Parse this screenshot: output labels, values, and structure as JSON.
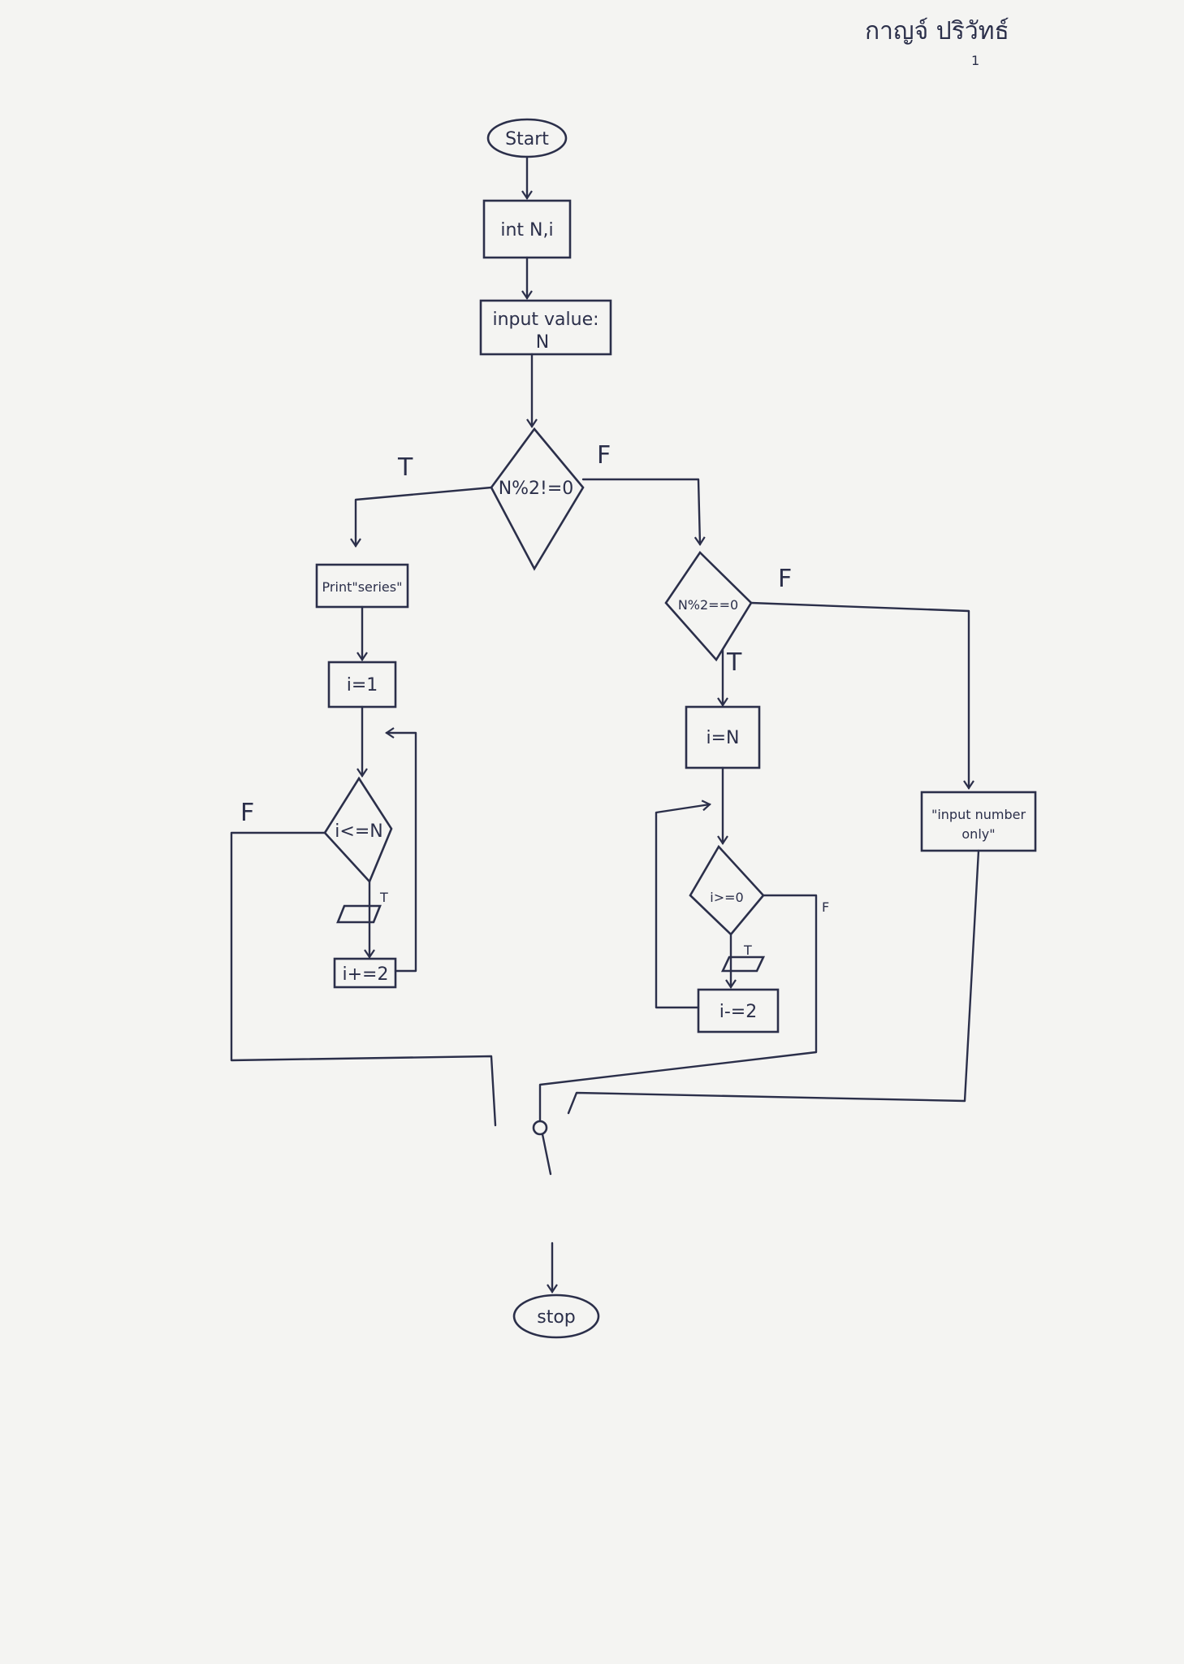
{
  "header": {
    "name": "กาญจ์ ปริวัทธ์",
    "page_number": "1"
  },
  "nodes": {
    "start": "Start",
    "declare": "int N,i",
    "input_line1": "input value:",
    "input_line2": "N",
    "decision_odd": "N%2!=0",
    "print_series": "Print\"series\"",
    "init_i_one": "i=1",
    "loop_odd_cond": "i<=N",
    "inc_i": "i+=2",
    "decision_even": "N%2==0",
    "init_i_n": "i=N",
    "loop_even_cond": "i>=0",
    "dec_i": "i-=2",
    "input_number_only_line1": "\"input number",
    "input_number_only_line2": "only\"",
    "stop": "stop"
  },
  "edge_labels": {
    "odd_true": "T",
    "odd_false": "F",
    "even_false": "F",
    "even_true": "T",
    "loop_odd_false": "F",
    "loop_odd_true": "T",
    "loop_even_true": "T",
    "loop_even_false": "F"
  }
}
